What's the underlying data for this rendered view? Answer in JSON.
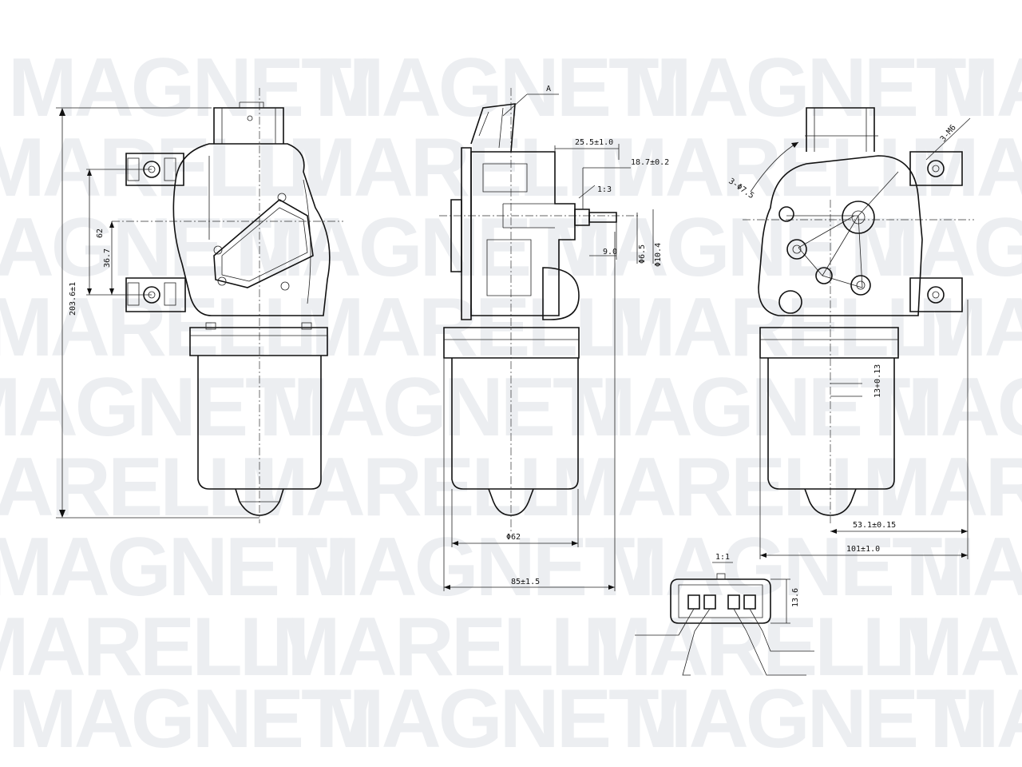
{
  "watermark": {
    "row_magneti": "MAGNETI",
    "row_marelli": "MARELLI",
    "logo_color": "#eceef1"
  },
  "callouts": {
    "detail_a": "A",
    "scale_side": "1:3",
    "scale_connector": "1:1"
  },
  "dimensions": {
    "overall_height": "203.6±1",
    "mount_spacing": "62",
    "mount_offset": "36.7",
    "motor_diameter": "Φ62",
    "side_width": "85±1.5",
    "dim_25_5": "25.5±1.0",
    "dim_18_7": "18.7±0.2",
    "dim_9_0": "9.0",
    "dim_6_5": "Φ6.5",
    "dim_10_4": "Φ10.4",
    "back_width": "101±1.0",
    "back_offset": "53.1±0.15",
    "back_hole": "3-Φ7.5",
    "back_angle": "3-M6",
    "back_small": "13+0.13",
    "connector_height": "13.6"
  },
  "colors": {
    "line": "#111111",
    "watermark": "#eceef1"
  }
}
